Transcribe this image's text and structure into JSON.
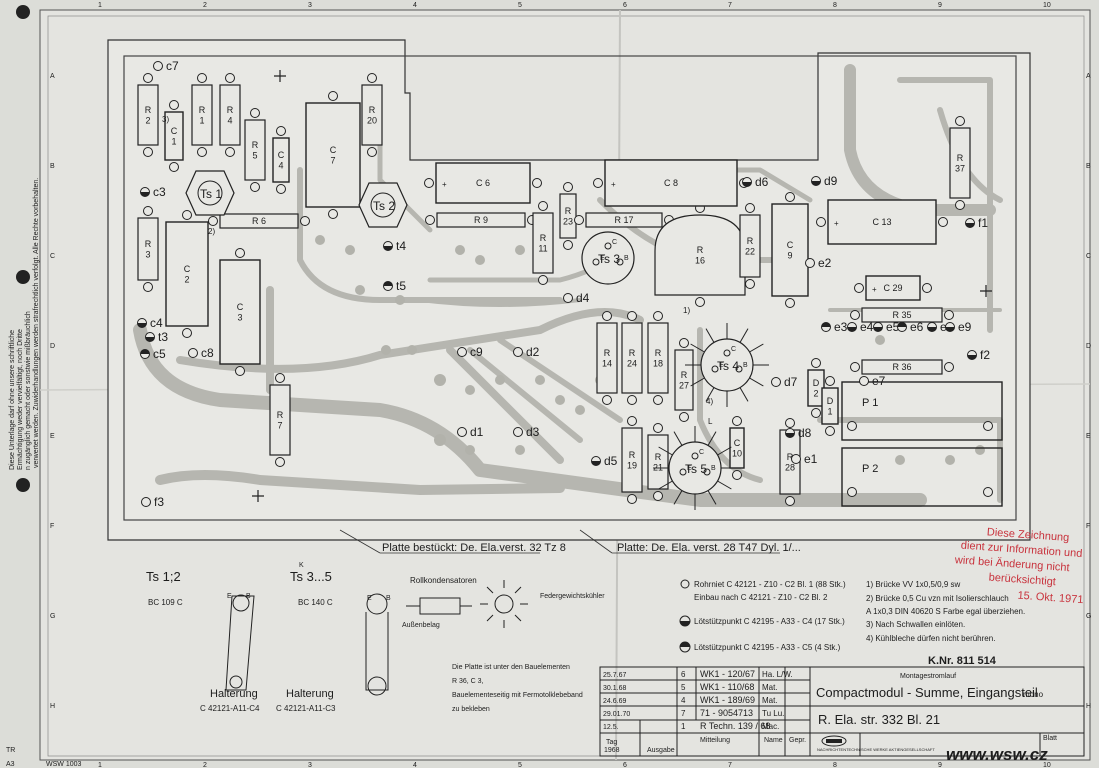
{
  "sheet": {
    "col_marks": [
      "1",
      "2",
      "3",
      "4",
      "5",
      "6",
      "7",
      "8",
      "9",
      "10"
    ],
    "row_marks": [
      "A",
      "B",
      "C",
      "D",
      "E",
      "F",
      "G",
      "H"
    ],
    "format": "A3",
    "form_no": "WSW 1003",
    "corner_mark": "TR"
  },
  "board": {
    "resistors": [
      {
        "label": "R\n2"
      },
      {
        "label": "R\n1"
      },
      {
        "label": "R\n4"
      },
      {
        "label": "R\n5"
      },
      {
        "label": "R\n20"
      },
      {
        "label": "R\n3"
      },
      {
        "label": "R 6"
      },
      {
        "label": "R 9"
      },
      {
        "label": "R\n11"
      },
      {
        "label": "R\n23"
      },
      {
        "label": "R 17"
      },
      {
        "label": "R\n16"
      },
      {
        "label": "R\n22"
      },
      {
        "label": "R\n37"
      },
      {
        "label": "R 35"
      },
      {
        "label": "R 36"
      },
      {
        "label": "R\n14"
      },
      {
        "label": "R\n24"
      },
      {
        "label": "R\n18"
      },
      {
        "label": "R\n27"
      },
      {
        "label": "R\n7"
      },
      {
        "label": "R\n19"
      },
      {
        "label": "R\n21"
      },
      {
        "label": "R\n28"
      }
    ],
    "capacitors": [
      {
        "label": "C\n1"
      },
      {
        "label": "C\n4"
      },
      {
        "label": "C\n7"
      },
      {
        "label": "C 6"
      },
      {
        "label": "C 8"
      },
      {
        "label": "C\n2"
      },
      {
        "label": "C\n3"
      },
      {
        "label": "C\n9"
      },
      {
        "label": "C 13"
      },
      {
        "label": "C 29"
      },
      {
        "label": "C\n10"
      },
      {
        "label": "D\n2"
      },
      {
        "label": "D\n1"
      }
    ],
    "transistors": [
      "Ts 1",
      "Ts 2",
      "Ts 3",
      "Ts 4",
      "Ts 5"
    ],
    "pins": [
      "P 1",
      "P 2"
    ],
    "pad_labels": [
      "c7",
      "c3",
      "c4",
      "c5",
      "t3",
      "c8",
      "c9",
      "d2",
      "d1",
      "d3",
      "d4",
      "t4",
      "t5",
      "d5",
      "d6",
      "d7",
      "d8",
      "d9",
      "e1",
      "e2",
      "e3",
      "e4",
      "e5",
      "e6",
      "e7",
      "e8",
      "e9",
      "f1",
      "f2",
      "f3",
      "c6"
    ],
    "small_marks": [
      "3)",
      "2)",
      "1)",
      "4)",
      "L"
    ]
  },
  "notes": {
    "platte_left": "Platte bestückt: De. Ela.verst. 32 Tz 8",
    "platte_right": "Platte: De. Ela. verst. 28 T47 Dyl. 1/...",
    "side_notice": "Diese Unterlage darf ohne unsere schriftliche Ermächtigung weder vervielfältigt, noch Dritten zugänglich gemacht oder sonstwie mißbräuchlich verwertet werden. Zuwiderhandlungen werden strafrechtlich verfolgt. Alle Rechte vorbehalten.",
    "stamp": [
      "Diese Zeichnung",
      "dient zur Information und",
      "wird bei Änderung nicht",
      "berücksichtigt",
      "15. Okt. 1971"
    ]
  },
  "legend": {
    "ts12_title": "Ts 1;2",
    "ts12_type": "BC 109 C",
    "ts35_title": "Ts 3...5",
    "ts35_type": "BC 140 C",
    "ts35_mark": "K",
    "rollkond": "Rollkondensatoren",
    "aussenbelag": "Außenbelag",
    "kuehler": "Federgewichtskühler",
    "halt_left_1": "Halterung",
    "halt_left_2": "C 42121-A11-C4",
    "halt_right_1": "Halterung",
    "halt_right_2": "C 42121-A11-C3",
    "board_note": [
      "Die Platte ist unter den Bauelementen",
      "R 36, C 3,",
      "Bauelementeseitig mit Fermotolklebeband",
      "zu bekleben"
    ],
    "items": [
      {
        "t1": "Rohrniet  C 42121 - Z10 - C2  Bl. 1  (88 Stk.)",
        "t2": "Einbau nach  C 42121 - Z10 - C2  Bl. 2"
      },
      {
        "t1": "Lötstützpunkt  C 42195 - A33 - C4  (17 Stk.)",
        "t2": ""
      },
      {
        "t1": "Lötstützpunkt  C 42195 - A33 - C5  (4 Stk.)",
        "t2": ""
      }
    ],
    "numbered": [
      "1)  Brücke VV 1x0,5/0,9 sw",
      "2)  Brücke 0,5 Cu vzn mit Isolierschlauch",
      "      A 1x0,3  DIN 40620 S  Farbe egal überziehen.",
      "3)  Nach Schwallen einlöten.",
      "4)  Kühlbleche dürfen nicht berühren."
    ],
    "knr": "K.Nr. 811 514"
  },
  "title_block": {
    "rev_rows": [
      {
        "date": "25.7.67",
        "n": "6",
        "change": "WK1 - 120/67",
        "name": "Ha. L/W."
      },
      {
        "date": "30.1.68",
        "n": "5",
        "change": "WK1 - 110/68",
        "name": "Mat."
      },
      {
        "date": "24.6.69",
        "n": "4",
        "change": "WK1 - 189/69",
        "name": "Mat."
      },
      {
        "date": "29.01.70",
        "n": "7",
        "change": "71 - 9054713",
        "name": "Tu  Lu."
      },
      {
        "date": "12.5.",
        "n": "1",
        "change": "R Techn. 139 / 68",
        "name": "Mac."
      }
    ],
    "col_tag": "Tag",
    "year": "1968",
    "col_ausgabe": "Ausgabe",
    "col_mitteilung": "Mitteilung",
    "col_name": "Name",
    "col_gepr": "Gepr.",
    "doc_type": "Montagestromlauf",
    "title": "Compactmodul - Summe, Eingangsteil",
    "subtitle": "mono",
    "number": "R. Ela. str.  332  Bl.  21",
    "company": "NACHRICHTENTECHNISCHE WERKE AKTIENGESELLSCHAFT",
    "blatt": "Blatt"
  },
  "watermark": "www.wsw.cz"
}
